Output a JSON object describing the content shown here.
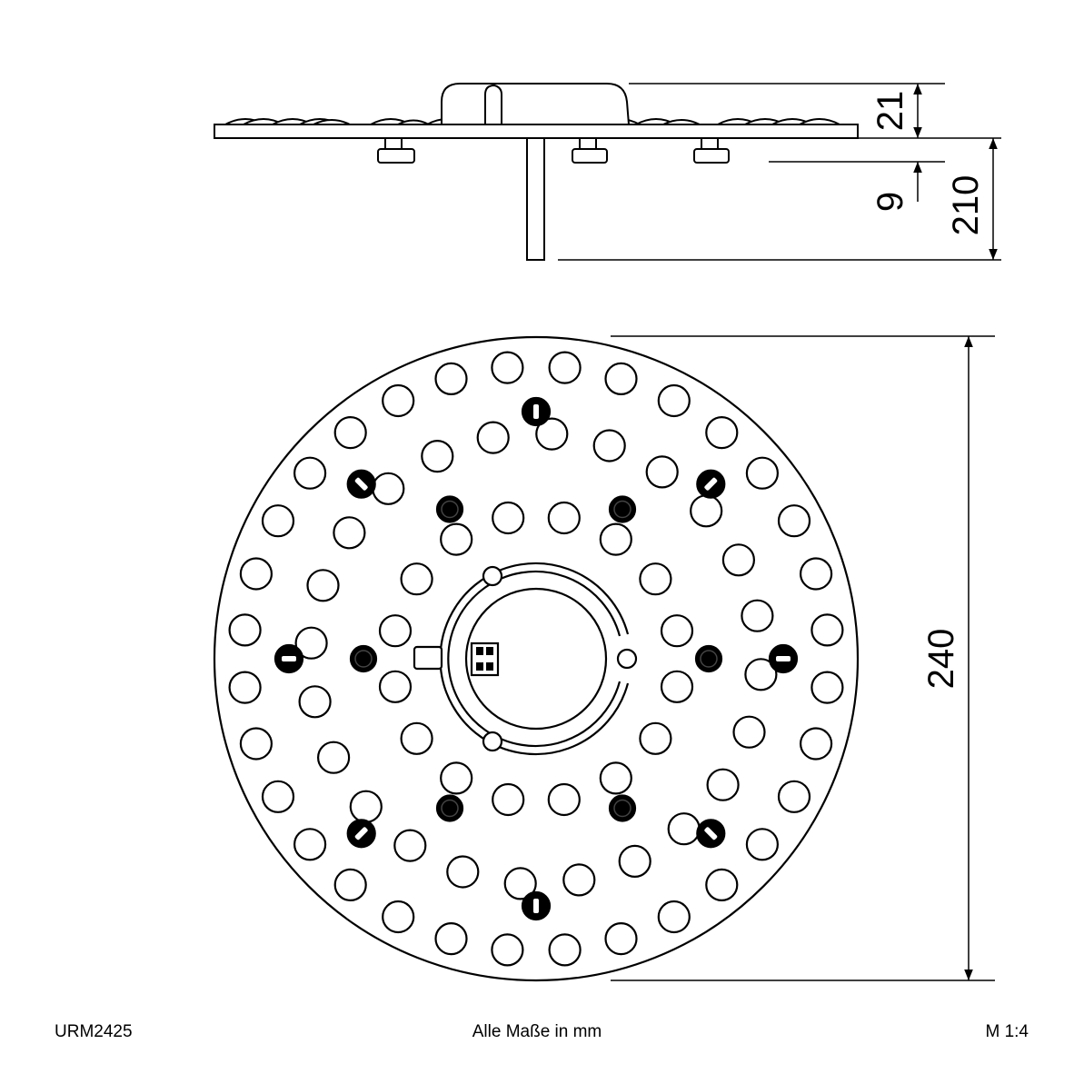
{
  "dimensions": {
    "height_top": "21",
    "gap": "9",
    "height_total": "210",
    "diameter": "240"
  },
  "footer": {
    "model": "URM2425",
    "units_note": "Alle Maße in mm",
    "scale": "M 1:4"
  }
}
